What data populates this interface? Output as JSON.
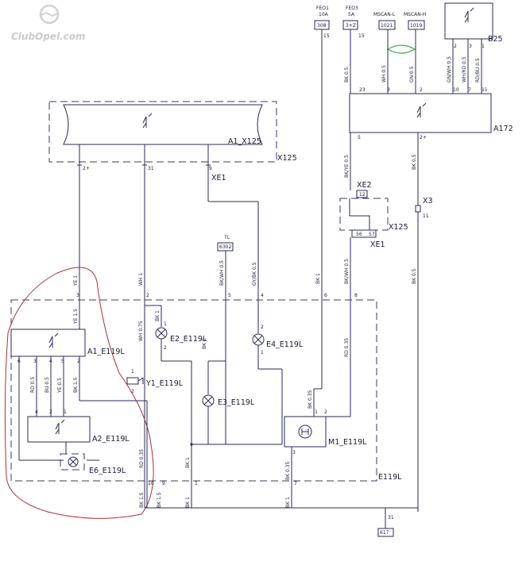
{
  "watermark": "ClubOpel.com",
  "fuses": [
    {
      "top": "FEO1",
      "sub": "10A",
      "code": "308",
      "pin": "15"
    },
    {
      "top": "FEO3",
      "sub": "5A",
      "code": "3+Z",
      "pin": "15"
    },
    {
      "top": "MSCAN-L",
      "sub": "",
      "code": "1021",
      "pin": ""
    },
    {
      "top": "MSCAN-H",
      "sub": "",
      "code": "1019",
      "pin": ""
    }
  ],
  "components": {
    "b25": "B25",
    "a172": "A172",
    "a1_x125": "A1_X125",
    "x125": "X125",
    "xe1": "XE1",
    "xe2": "XE2",
    "x125_b": "X125",
    "xe1_b": "XE1",
    "x3": "X3",
    "a1_e119l": "A1_E119L",
    "a2_e119l": "A2_E119L",
    "e6_e119l": "E6_E119L",
    "y1_e119l": "Y1_E119L",
    "e2_e119l": "E2_E119L",
    "e3_e119l": "E3_E119L",
    "e4_e119l": "E4_E119L",
    "m1_e119l": "M1_E119L",
    "e119l": "E119L"
  },
  "terminals": {
    "t7l": "7L",
    "t7l_code": "6302",
    "t31": "31",
    "t31_code": "617"
  },
  "wire_colors": {
    "bk05_a": "BK 0.5",
    "wh05": "WH 0.5",
    "gn05": "GN 0.5",
    "gnwh05": "GN/WH 0.5",
    "whrd05": "WH/RD 0.5",
    "rdbu05": "RD/BU 0.5",
    "bkye05": "BK/YE 0.5",
    "bk05_b": "BK 0.5",
    "bk05_c": "BK 0.5",
    "ye1": "YE 1",
    "wh1": "WH 1",
    "bkwh05": "BK/WH 0.5",
    "gybk05": "GY/BK 0.5",
    "bk1_a": "BK 1",
    "bkwh05_b": "BK/WH 0.5",
    "ye15": "YE 1.5",
    "wh075": "WH 0.75",
    "bk1_b": "BK 1",
    "bk1_c": "BK 1",
    "bk1_d": "BK 1",
    "rd035": "RD 0.35",
    "rd05": "RD 0.5",
    "bu05": "BU 0.5",
    "ye05": "YE 0.5",
    "bk15_a": "BK 1.5",
    "bk035": "BK 0.35",
    "bk035_b": "BK 0.35",
    "rd035_b": "RD 0.35",
    "bk15_b": "BK 1.5",
    "bk15_c": "BK 1.5",
    "bk1_e": "BK 1",
    "bk1_f": "BK 1"
  },
  "pins": {
    "b25_2": "2",
    "b25_3": "3",
    "b25_1": "1",
    "a172_23": "23",
    "a172_3": "3",
    "a172_2": "2",
    "a172_10": "10",
    "a172_7": "7",
    "a172_11": "11",
    "a172_5": "5",
    "a172_2p": "2+",
    "x125_2p": "2+",
    "x125_31": "31",
    "x125_9": "9",
    "xe2_12": "12",
    "x125b_56": "56",
    "x125b_57": "57",
    "x3_11": "11",
    "e_3": "3",
    "e_2": "2",
    "e_5": "5",
    "e_4": "4",
    "e_6": "6",
    "e_8": "8",
    "a1_6": "6",
    "a1_3": "3",
    "a1_4": "4",
    "a1_5": "5",
    "a1_2": "2",
    "a2_4": "4",
    "a2_2": "2",
    "a2_1": "1",
    "y1_1": "1",
    "y1_2": "2",
    "e2_1": "1",
    "e2_2": "2",
    "e4_2": "2",
    "e4_1": "1",
    "m1_1": "1",
    "m1_2": "2",
    "m1_3": "3",
    "bot_10": "10",
    "bot_9": "9",
    "bot_1": "1",
    "bot_7": "7"
  },
  "colors": {
    "wire": "#2a2a5a",
    "twisted_pair": "#39b54a",
    "highlight": "#b03030",
    "watermark": "#c9c9d4"
  }
}
